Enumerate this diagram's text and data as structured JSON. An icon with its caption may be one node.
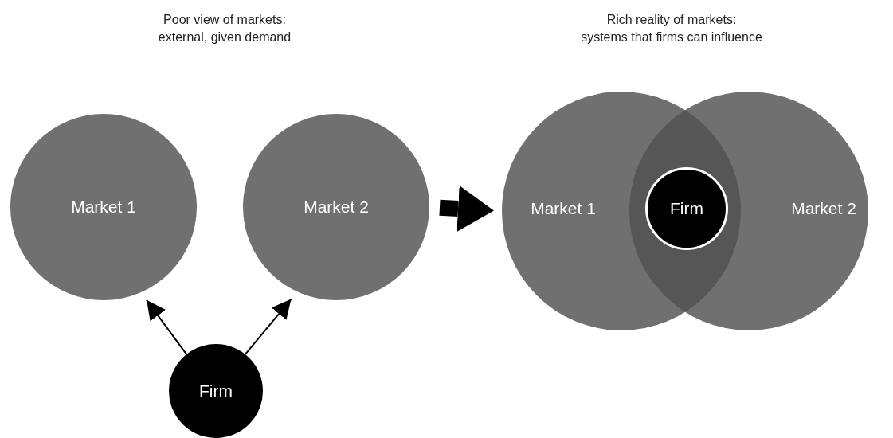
{
  "diagram": {
    "nodes": [
      {
        "text": [
          "Market 1"
        ]
      },
      {
        "text": [
          "Market 2"
        ]
      },
      {
        "text": [
          "Firm"
        ]
      },
      {
        "text": [
          "Market 1"
        ]
      },
      {
        "text": [
          "Market 2"
        ]
      },
      {
        "text": [
          "Firm"
        ]
      }
    ],
    "edges": [
      {
        "from": 2,
        "to": 0,
        "arrow": "to"
      },
      {
        "from": 2,
        "to": 1,
        "arrow": "to"
      },
      {
        "from": 1,
        "to": 3,
        "arrow": "to",
        "style": "thick"
      }
    ],
    "labels": [
      "Poor view of markets: external, given demand",
      "Rich reality of markets: systems that firms can influence"
    ]
  }
}
